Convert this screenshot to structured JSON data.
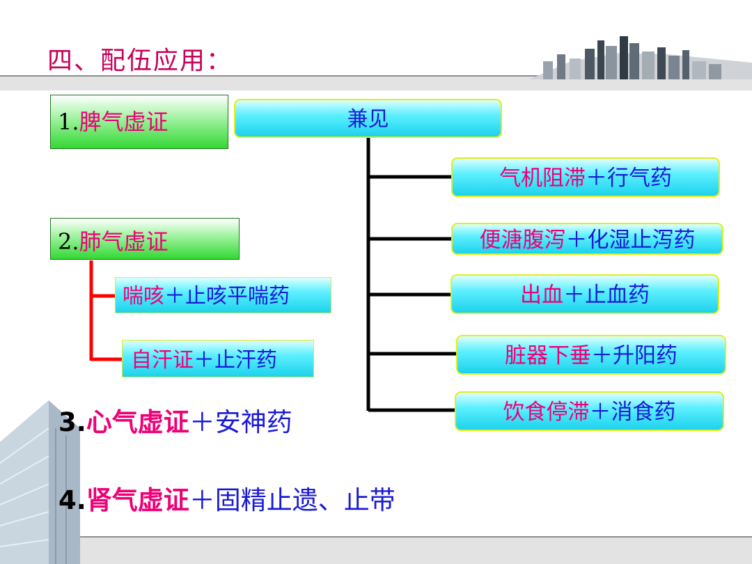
{
  "slide_title": "四、配伍应用：",
  "left": {
    "box1": {
      "num": "1.",
      "label": "脾气虚证"
    },
    "box2": {
      "num": "2.",
      "label": "肺气虚证"
    },
    "lung_items": [
      {
        "symptom": "喘咳",
        "rest": "＋止咳平喘药"
      },
      {
        "symptom": "自汗证",
        "rest": "＋止汗药"
      }
    ],
    "item3": {
      "num": "3.",
      "label": "心气虚证",
      "rest": "＋安神药"
    },
    "item4": {
      "num": "4.",
      "label": "肾气虚证",
      "rest": "＋固精止遗、止带"
    }
  },
  "right": {
    "header": "兼见",
    "items": [
      {
        "symptom": "气机阻滞",
        "rest": "＋行气药"
      },
      {
        "symptom": "便溏腹泻",
        "rest": "＋化湿止泻药"
      },
      {
        "symptom": "出血",
        "rest": "＋止血药"
      },
      {
        "symptom": "脏器下垂",
        "rest": "＋升阳药"
      },
      {
        "symptom": "饮食停滞",
        "rest": "＋消食药"
      }
    ]
  },
  "colors": {
    "title": "#c8005a",
    "symptom": "#ee0077",
    "remedy": "#1a1ad6",
    "tree_right": "#000000",
    "tree_left": "#ff0000"
  }
}
